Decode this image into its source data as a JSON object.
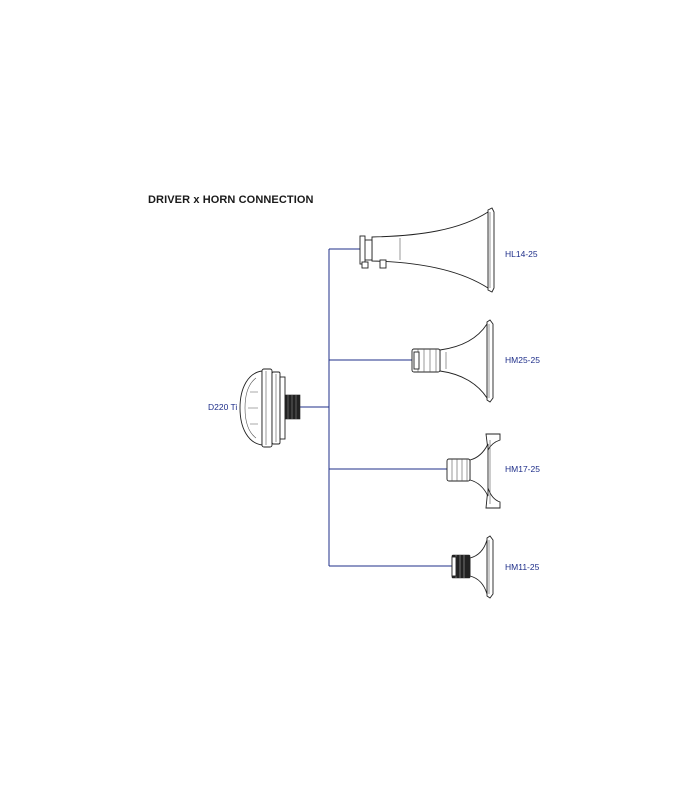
{
  "diagram": {
    "title": "DRIVER x HORN CONNECTION",
    "driver": {
      "label": "D220 Ti"
    },
    "horns": [
      {
        "label": "HL14-25"
      },
      {
        "label": "HM25-25"
      },
      {
        "label": "HM17-25"
      },
      {
        "label": "HM11-25"
      }
    ]
  },
  "colors": {
    "connector_line": "#1f2f8a",
    "label_text": "#1f2f8a",
    "title_text": "#1a1a1a",
    "outline": "#222222"
  }
}
